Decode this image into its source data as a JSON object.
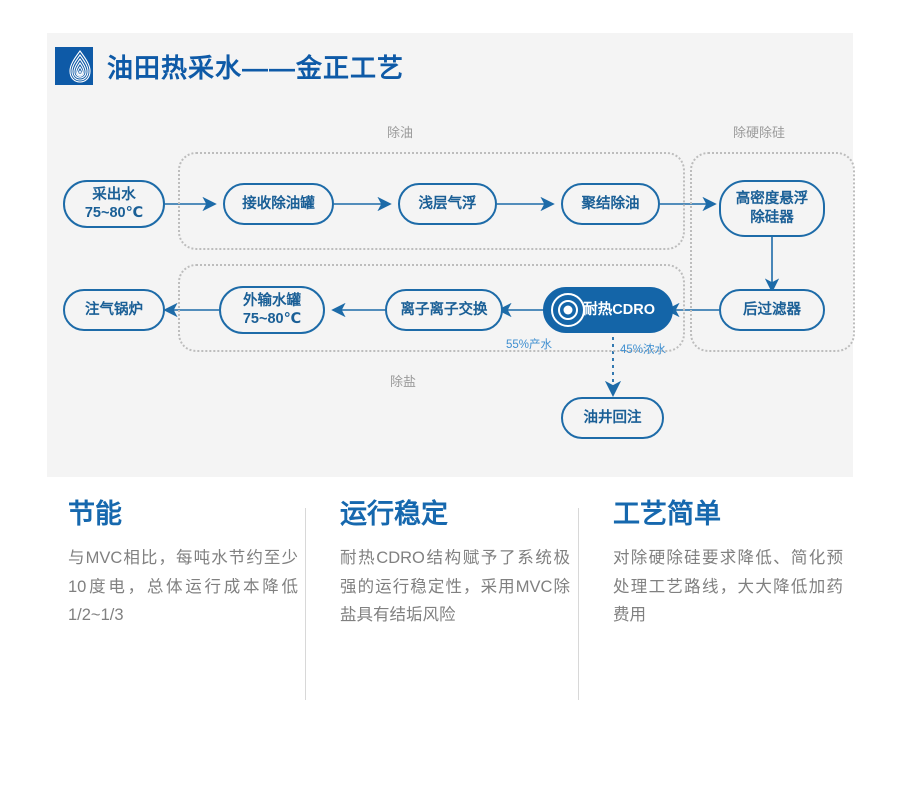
{
  "header": {
    "logo_name": "water-drop-logo",
    "title": "油田热采水——金正工艺",
    "brand_color": "#0e5aa7"
  },
  "diagram": {
    "groups": [
      {
        "label": "除油"
      },
      {
        "label": "除硬除硅"
      },
      {
        "label": "除盐"
      }
    ],
    "nodes": [
      {
        "id": "produced-water",
        "label": "采出水\n75~80℃"
      },
      {
        "id": "receiving-deoiling-tank",
        "label": "接收除油罐"
      },
      {
        "id": "shallow-air-flotation",
        "label": "浅层气浮"
      },
      {
        "id": "coalescence-deoiling",
        "label": "聚结除油"
      },
      {
        "id": "high-density-suspension-desilication",
        "label": "高密度悬浮\n除硅器"
      },
      {
        "id": "post-filter",
        "label": "后过滤器"
      },
      {
        "id": "heat-resistant-cdro",
        "label": "耐热CDRO"
      },
      {
        "id": "ion-exchange",
        "label": "离子离子交换"
      },
      {
        "id": "export-water-tank",
        "label": "外输水罐\n75~80℃"
      },
      {
        "id": "steam-injection-boiler",
        "label": "注气锅炉"
      },
      {
        "id": "oil-well-reinjection",
        "label": "油井回注"
      }
    ],
    "flow_notes": [
      {
        "id": "permeate",
        "text": "55%产水"
      },
      {
        "id": "concentrate",
        "text": "45%浓水"
      }
    ],
    "colors": {
      "node_border": "#1d6ba8",
      "node_text": "#1a5f96",
      "filled_node": "#1465a8",
      "arrow": "#1d6ba8",
      "group_border": "#bdbdbd",
      "group_label": "#9a9a9a",
      "note": "#3f8fd0",
      "panel_bg": "#f4f4f4"
    }
  },
  "features": [
    {
      "title": "节能",
      "body": "与MVC相比，每吨水节约至少10度电，总体运行成本降低1/2~1/3"
    },
    {
      "title": "运行稳定",
      "body": "耐热CDRO结构赋予了系统极强的运行稳定性，采用MVC除盐具有结垢风险"
    },
    {
      "title": "工艺简单",
      "body": "对除硬除硅要求降低、简化预处理工艺路线，大大降低加药费用"
    }
  ]
}
